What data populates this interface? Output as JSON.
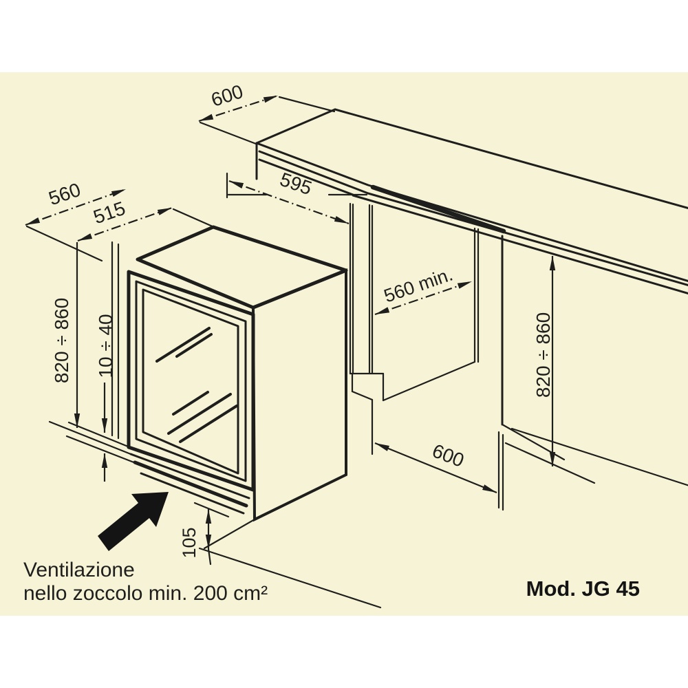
{
  "model_label": "Mod. JG 45",
  "colors": {
    "paper": "#f6f3d6",
    "band": "#ffffff",
    "line": "#1e1e1c"
  },
  "dims": {
    "worktop_depth": "600",
    "base_depth": "560",
    "appliance_depth": "515",
    "niche_width": "595",
    "niche_depth_min": "560 min.",
    "height_left": "820 ÷ 860",
    "adjust_range": "10 ÷ 40",
    "height_right": "820 ÷ 860",
    "right_run_width": "600",
    "plinth_height": "105"
  },
  "note": {
    "line1": "Ventilazione",
    "line2": "nello zoccolo min. 200 cm²"
  }
}
